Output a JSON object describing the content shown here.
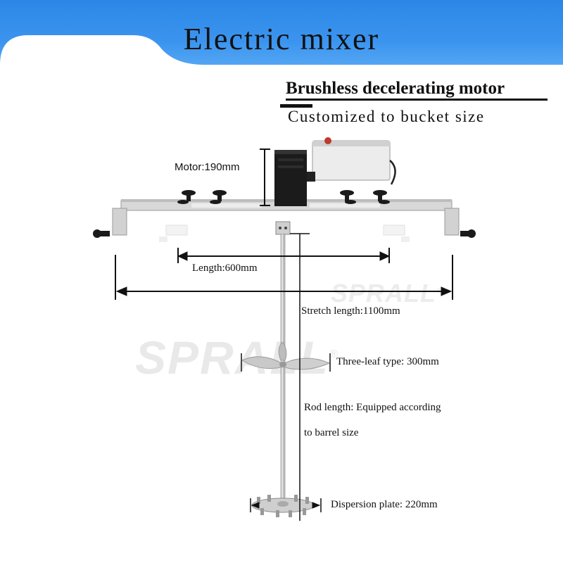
{
  "header": {
    "title": "Electric mixer",
    "accent_color": "#2b86e6"
  },
  "features": {
    "motor_type": "Brushless decelerating motor",
    "customization": "Customized to bucket size"
  },
  "dimensions": {
    "motor": "Motor:190mm",
    "length": "Length:600mm",
    "stretch_length": "Stretch length:1100mm",
    "impeller": "Three-leaf type: 300mm",
    "rod_line_1": "Rod length: Equipped according",
    "rod_line_2": "to barrel size",
    "dispersion_plate": "Dispersion plate: 220mm"
  },
  "watermark": {
    "brand": "SPRALL",
    "mark": "®"
  },
  "icons": [
    "motor-icon",
    "control-box-icon",
    "clamp-knob-icon",
    "propeller-icon",
    "dispersion-disc-icon"
  ]
}
